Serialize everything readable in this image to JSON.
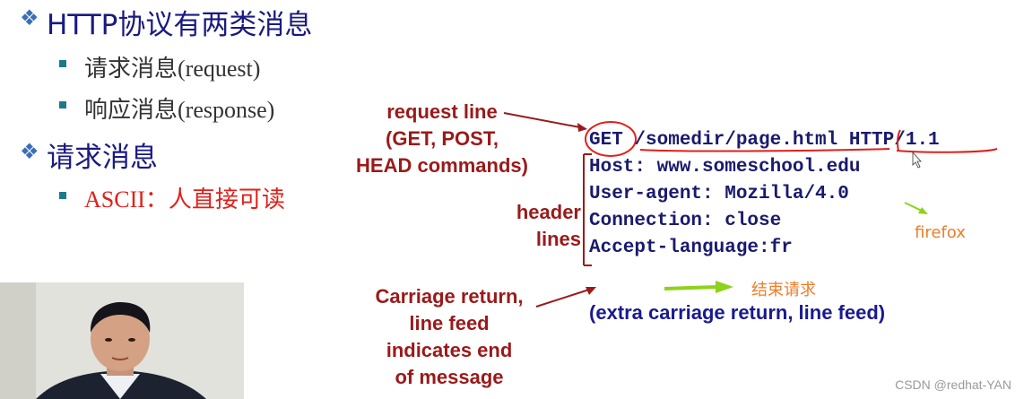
{
  "outline": {
    "heading1": "HTTP协议有两类消息",
    "items1": [
      "请求消息(request)",
      "响应消息(response)"
    ],
    "heading2": "请求消息",
    "items2": [
      "ASCII：人直接可读"
    ]
  },
  "code_lines": [
    "GET /somedir/page.html HTTP/1.1",
    "Host: www.someschool.edu",
    "User-agent: Mozilla/4.0",
    "Connection: close",
    "Accept-language:fr"
  ],
  "annotations": {
    "request_line": [
      "request line",
      "(GET, POST,",
      "HEAD commands)"
    ],
    "header_lines": [
      "header",
      "lines"
    ],
    "carriage_return": [
      "Carriage return,",
      "line feed",
      "indicates end",
      "of message"
    ],
    "extra_crlf": "(extra carriage return, line feed)",
    "firefox": "firefox",
    "end_request": "结束请求"
  },
  "watermark": "CSDN @redhat-YAN",
  "colors": {
    "heading": "#1a1a80",
    "annotation": "#9a1a1a",
    "code": "#1a1a6e",
    "highlight": "#e0201a",
    "note": "#ef7c28",
    "arrow": "#8ed21a"
  },
  "icons": [
    "diamond-bullet-icon",
    "square-bullet-icon",
    "arrow-icon"
  ]
}
